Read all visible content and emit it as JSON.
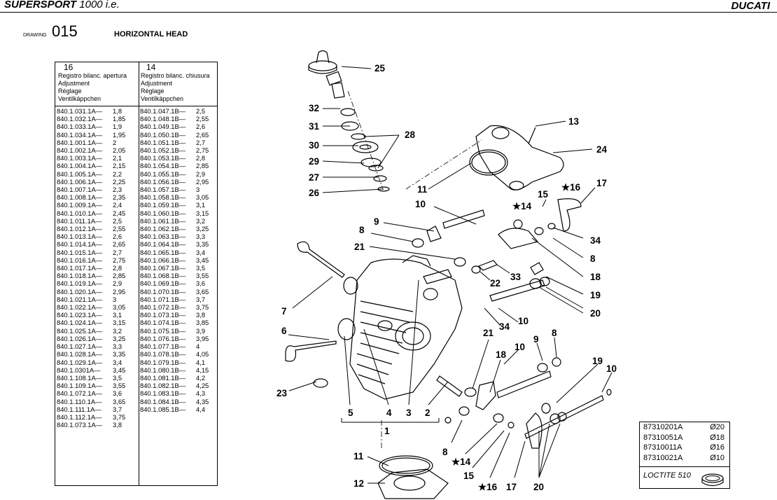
{
  "header": {
    "model_bold": "SUPERSPORT",
    "model_rest": " 1000 i.e.",
    "brand": "DUCATI",
    "drawing_label": "DRAWING",
    "drawing_number": "015",
    "drawing_title": "HORIZONTAL HEAD"
  },
  "parts_table": {
    "col1": {
      "ref": "16",
      "lines": [
        "Registro bilanc. apertura",
        "Adjustment",
        "Réglage",
        "Ventilkäppchen"
      ]
    },
    "col2": {
      "ref": "14",
      "lines": [
        "Registro bilanc. chiusura",
        "Adjustment",
        "Réglage",
        "Ventilkäppchen"
      ]
    },
    "rows": [
      [
        [
          "840.1.031.1A—",
          "1,8"
        ],
        [
          "840.1.047.1B—",
          "2,5"
        ]
      ],
      [
        [
          "840.1.032.1A—",
          "1,85"
        ],
        [
          "840.1.048.1B—",
          "2,55"
        ]
      ],
      [
        [
          "840.1.033.1A—",
          "1,9"
        ],
        [
          "840.1.049.1B—",
          "2,6"
        ]
      ],
      [
        [
          "840.1.034.1A—",
          "1,95"
        ],
        [
          "840.1.050.1B—",
          "2,65"
        ]
      ],
      [
        [
          "840.1.001.1A—",
          "2"
        ],
        [
          "840.1.051.1B—",
          "2,7"
        ]
      ],
      [
        [
          "840.1.002.1A—",
          "2,05"
        ],
        [
          "840.1.052.1B—",
          "2,75"
        ]
      ],
      [
        [
          "840.1.003.1A—",
          "2,1"
        ],
        [
          "840.1.053.1B—",
          "2,8"
        ]
      ],
      [
        [
          "840.1.004.1A—",
          "2,15"
        ],
        [
          "840.1.054.1B—",
          "2,85"
        ]
      ],
      [
        [
          "840.1.005.1A—",
          "2,2"
        ],
        [
          "840.1.055.1B—",
          "2,9"
        ]
      ],
      [
        [
          "840.1.006.1A—",
          "2,25"
        ],
        [
          "840.1.056.1B—",
          "2,95"
        ]
      ],
      [
        [
          "840.1.007.1A—",
          "2,3"
        ],
        [
          "840.1.057.1B—",
          "3"
        ]
      ],
      [
        [
          "840.1.008.1A—",
          "2,35"
        ],
        [
          "840.1.058.1B—",
          "3,05"
        ]
      ],
      [
        [
          "840.1.009.1A—",
          "2,4"
        ],
        [
          "840.1.059.1B—",
          "3,1"
        ]
      ],
      [
        [
          "840.1.010.1A—",
          "2,45"
        ],
        [
          "840.1.060.1B—",
          "3,15"
        ]
      ],
      [
        [
          "840.1.011.1A—",
          "2,5"
        ],
        [
          "840.1.061.1B—",
          "3,2"
        ]
      ],
      [
        [
          "840.1.012.1A—",
          "2,55"
        ],
        [
          "840.1.062.1B—",
          "3,25"
        ]
      ],
      [
        [
          "840.1.013.1A—",
          "2,6"
        ],
        [
          "840.1.063.1B—",
          "3,3"
        ]
      ],
      [
        [
          "840.1.014.1A—",
          "2,65"
        ],
        [
          "840.1.064.1B—",
          "3,35"
        ]
      ],
      [
        [
          "840.1.015.1A—",
          "2,7"
        ],
        [
          "840.1.065.1B—",
          "3,4"
        ]
      ],
      [
        [
          "840.1.016.1A—",
          "2,75"
        ],
        [
          "840.1.066.1B—",
          "3,45"
        ]
      ],
      [
        [
          "840.1.017.1A—",
          "2,8"
        ],
        [
          "840.1.067.1B—",
          "3,5"
        ]
      ],
      [
        [
          "840.1.018.1A—",
          "2,85"
        ],
        [
          "840.1.068.1B—",
          "3,55"
        ]
      ],
      [
        [
          "840.1.019.1A—",
          "2,9"
        ],
        [
          "840.1.069.1B—",
          "3,6"
        ]
      ],
      [
        [
          "840.1.020.1A—",
          "2,95"
        ],
        [
          "840.1.070.1B—",
          "3,65"
        ]
      ],
      [
        [
          "840.1.021.1A—",
          "3"
        ],
        [
          "840.1.071.1B—",
          "3,7"
        ]
      ],
      [
        [
          "840.1.022.1A—",
          "3,05"
        ],
        [
          "840.1.072.1B—",
          "3,75"
        ]
      ],
      [
        [
          "840.1.023.1A—",
          "3,1"
        ],
        [
          "840.1.073.1B—",
          "3,8"
        ]
      ],
      [
        [
          "840.1.024.1A—",
          "3,15"
        ],
        [
          "840.1.074.1B—",
          "3,85"
        ]
      ],
      [
        [
          "840.1.025.1A—",
          "3,2"
        ],
        [
          "840.1.075.1B—",
          "3,9"
        ]
      ],
      [
        [
          "840.1.026.1A—",
          "3,25"
        ],
        [
          "840.1.076.1B—",
          "3,95"
        ]
      ],
      [
        [
          "840.1.027.1A—",
          "3,3"
        ],
        [
          "840.1.077.1B—",
          "4"
        ]
      ],
      [
        [
          "840.1.028.1A—",
          "3,35"
        ],
        [
          "840.1.078.1B—",
          "4,05"
        ]
      ],
      [
        [
          "840.1.029.1A—",
          "3,4"
        ],
        [
          "840.1.079.1B—",
          "4,1"
        ]
      ],
      [
        [
          "840.1.0301A—",
          "3,45"
        ],
        [
          "840.1.080.1B—",
          "4,15"
        ]
      ],
      [
        [
          "840.1.108.1A—",
          "3,5"
        ],
        [
          "840.1.081.1B—",
          "4,2"
        ]
      ],
      [
        [
          "840.1.109.1A—",
          "3,55"
        ],
        [
          "840.1.082.1B—",
          "4,25"
        ]
      ],
      [
        [
          "840.1.072.1A—",
          "3,6"
        ],
        [
          "840.1.083.1B—",
          "4,3"
        ]
      ],
      [
        [
          "840.1.110.1A—",
          "3,65"
        ],
        [
          "840.1.084.1B—",
          "4,35"
        ]
      ],
      [
        [
          "840.1.111.1A—",
          "3,7"
        ],
        [
          "840.1.085.1B—",
          "4,4"
        ]
      ],
      [
        [
          "840.1.112.1A—",
          "3,75"
        ],
        [
          "",
          ""
        ]
      ],
      [
        [
          "840.1.073.1A—",
          "3,8"
        ],
        [
          "",
          ""
        ]
      ]
    ]
  },
  "sizes_table": {
    "rows": [
      [
        "87310201A",
        "Ø20"
      ],
      [
        "87310051A",
        "Ø18"
      ],
      [
        "87310011A",
        "Ø16"
      ],
      [
        "87310021A",
        "Ø10"
      ]
    ],
    "loctite": "LOCTITE 510"
  },
  "callouts": [
    "25",
    "32",
    "31",
    "28",
    "30",
    "29",
    "27",
    "26",
    "13",
    "24",
    "11",
    "17",
    "★16",
    "15",
    "★14",
    "10",
    "9",
    "8",
    "21",
    "34",
    "8",
    "18",
    "33",
    "22",
    "19",
    "20",
    "7",
    "34",
    "10",
    "6",
    "21",
    "18",
    "10",
    "9",
    "8",
    "19",
    "10",
    "23",
    "5",
    "4",
    "3",
    "2",
    "1",
    "8",
    "★14",
    "15",
    "★16",
    "17",
    "20",
    "11",
    "12"
  ]
}
